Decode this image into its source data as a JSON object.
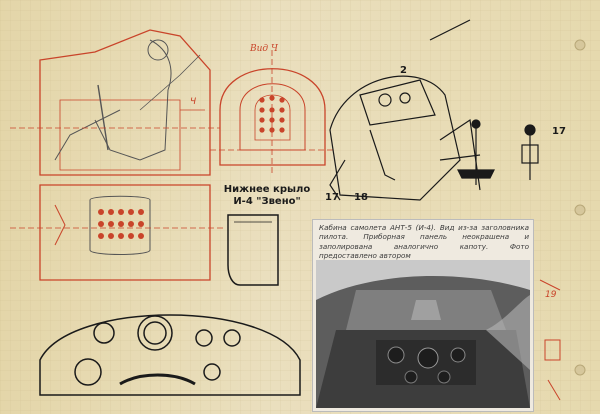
{
  "labels": {
    "view": "Вид Ч",
    "dim_marker": "Ч",
    "wing_title_line1": "Нижнее крыло",
    "wing_title_line2": "И-4 \"Звено\""
  },
  "callouts": {
    "n2": "2",
    "n17a": "17",
    "n18": "18",
    "n17b": "17",
    "n19": "19"
  },
  "photo": {
    "caption": "Кабина самолета АНТ-5 (И-4). Вид из-за заголовника пилота. Приборная панель неокрашена и заполирована аналогично капоту. Фото предоставлено автором"
  },
  "colors": {
    "paper": "#e8dbb2",
    "red_ink": "#c9442a",
    "black_ink": "#1a1a1a"
  }
}
